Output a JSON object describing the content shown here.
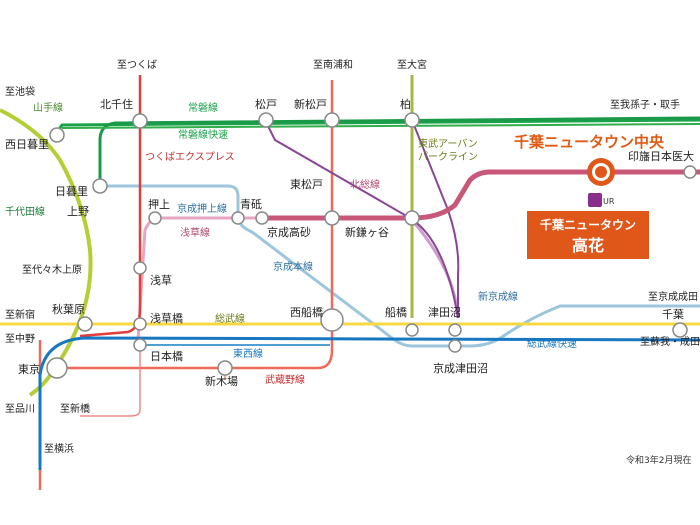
{
  "destinations": {
    "ikebukuro": "至池袋",
    "tsukuba": "至つくば",
    "minamiurawa": "至南浦和",
    "omiya": "至大宮",
    "abiko": "至我孫子・取手",
    "yoyogiuehara": "至代々木上原",
    "shinjuku": "至新宿",
    "nakano": "至中野",
    "shinagawa": "至品川",
    "shimbashi": "至新橋",
    "yokohama": "至横浜",
    "keiseinarita": "至京成成田",
    "soga": "至蘇我・成田"
  },
  "stations": {
    "kitasenju": "北千住",
    "matsudo": "松戸",
    "shinmatsudo": "新松戸",
    "kashiwa": "柏",
    "nishinippori": "西日暮里",
    "nippori": "日暮里",
    "ueno": "上野",
    "oshiage": "押上",
    "aoto": "青砥",
    "higashimatsudo": "東松戸",
    "keiseitakasago": "京成高砂",
    "shinkamagaya": "新鎌ヶ谷",
    "asakusa": "浅草",
    "akihabara": "秋葉原",
    "asakusabashi": "浅草橋",
    "nishifunabashi": "西船橋",
    "funabashi": "船橋",
    "tsudanuma": "津田沼",
    "keiseitsudanuma": "京成津田沼",
    "tokyo": "東京",
    "nihonbashi": "日本橋",
    "shinkiba": "新木場",
    "chiba": "千葉",
    "inzainichiidai": "印旛日本医大",
    "highlight": "千葉ニュータウン中央"
  },
  "lines": {
    "yamanote": "山手線",
    "joban": "常磐線",
    "joban_rapid": "常磐線快速",
    "tsukuba_express": "つくばエクスプレス",
    "chiyoda": "千代田線",
    "tobu_urban_park": "東武アーバン",
    "tobu_urban_park2": "パークライン",
    "keisei_oshiage": "京成押上線",
    "asakusa_line": "浅草線",
    "hokuso": "北総線",
    "keisei_main": "京成本線",
    "shin_keisei": "新京成線",
    "sobu": "総武線",
    "sobu_rapid": "総武線快速",
    "tozai": "東西線",
    "musashino": "武蔵野線"
  },
  "logo": {
    "letters": "UR"
  },
  "callout": {
    "line1": "千葉ニュータウン",
    "line2": "高花"
  },
  "note": "令和3年2月現在",
  "colors": {
    "yamanote": "#b3cf35",
    "joban": "#19a24a",
    "chiyoda": "#1a9a48",
    "hokuso": "#c8577a",
    "tobu": "#a5b843",
    "musashino": "#ef6a5a",
    "sobu": "#f6d843",
    "keisei": "#9dc6dd",
    "tozai": "#4e9fd3",
    "keihin": "#1877c1",
    "shinkeisei": "#ca9dcb",
    "purple": "#8b4595",
    "highlight": "#e0571a",
    "callout_bg": "#e0571a"
  }
}
